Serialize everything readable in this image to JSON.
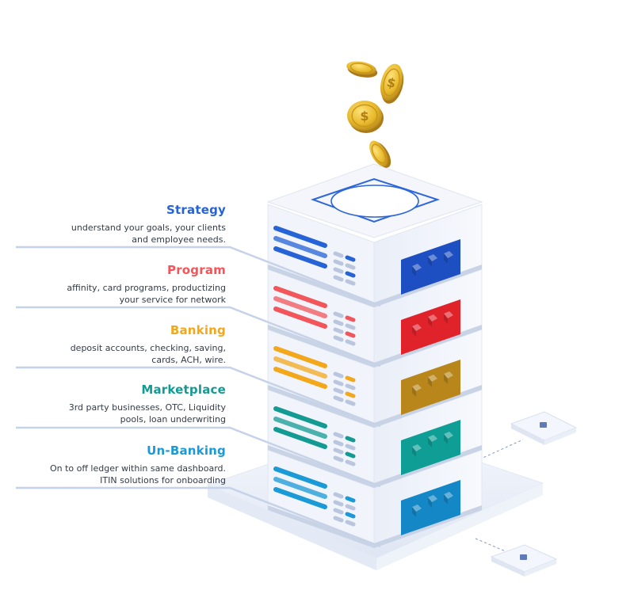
{
  "layers": [
    {
      "title": "Strategy",
      "description_1": "understand your goals, your clients",
      "description_2": "and employee needs.",
      "color": "#2563d6",
      "accent": "#1e4fc2"
    },
    {
      "title": "Program",
      "description_1": "affinity, card programs, productizing",
      "description_2": "your service for network",
      "color": "#f2555a",
      "accent": "#e0232b"
    },
    {
      "title": "Banking",
      "description_1": "deposit accounts, checking, saving,",
      "description_2": "cards, ACH, wire.",
      "color": "#f3a81c",
      "accent": "#b8861a"
    },
    {
      "title": "Marketplace",
      "description_1": "3rd party businesses, OTC, Liquidity",
      "description_2": "pools, loan underwriting",
      "color": "#139b93",
      "accent": "#0f9e96"
    },
    {
      "title": "Un-Banking",
      "description_1": "On to off ledger within same dashboard.",
      "description_2": "ITIN solutions for onboarding",
      "color": "#1a9ad6",
      "accent": "#1488c6"
    }
  ],
  "coin_color": "#e8b92a",
  "coin_symbol": "$"
}
